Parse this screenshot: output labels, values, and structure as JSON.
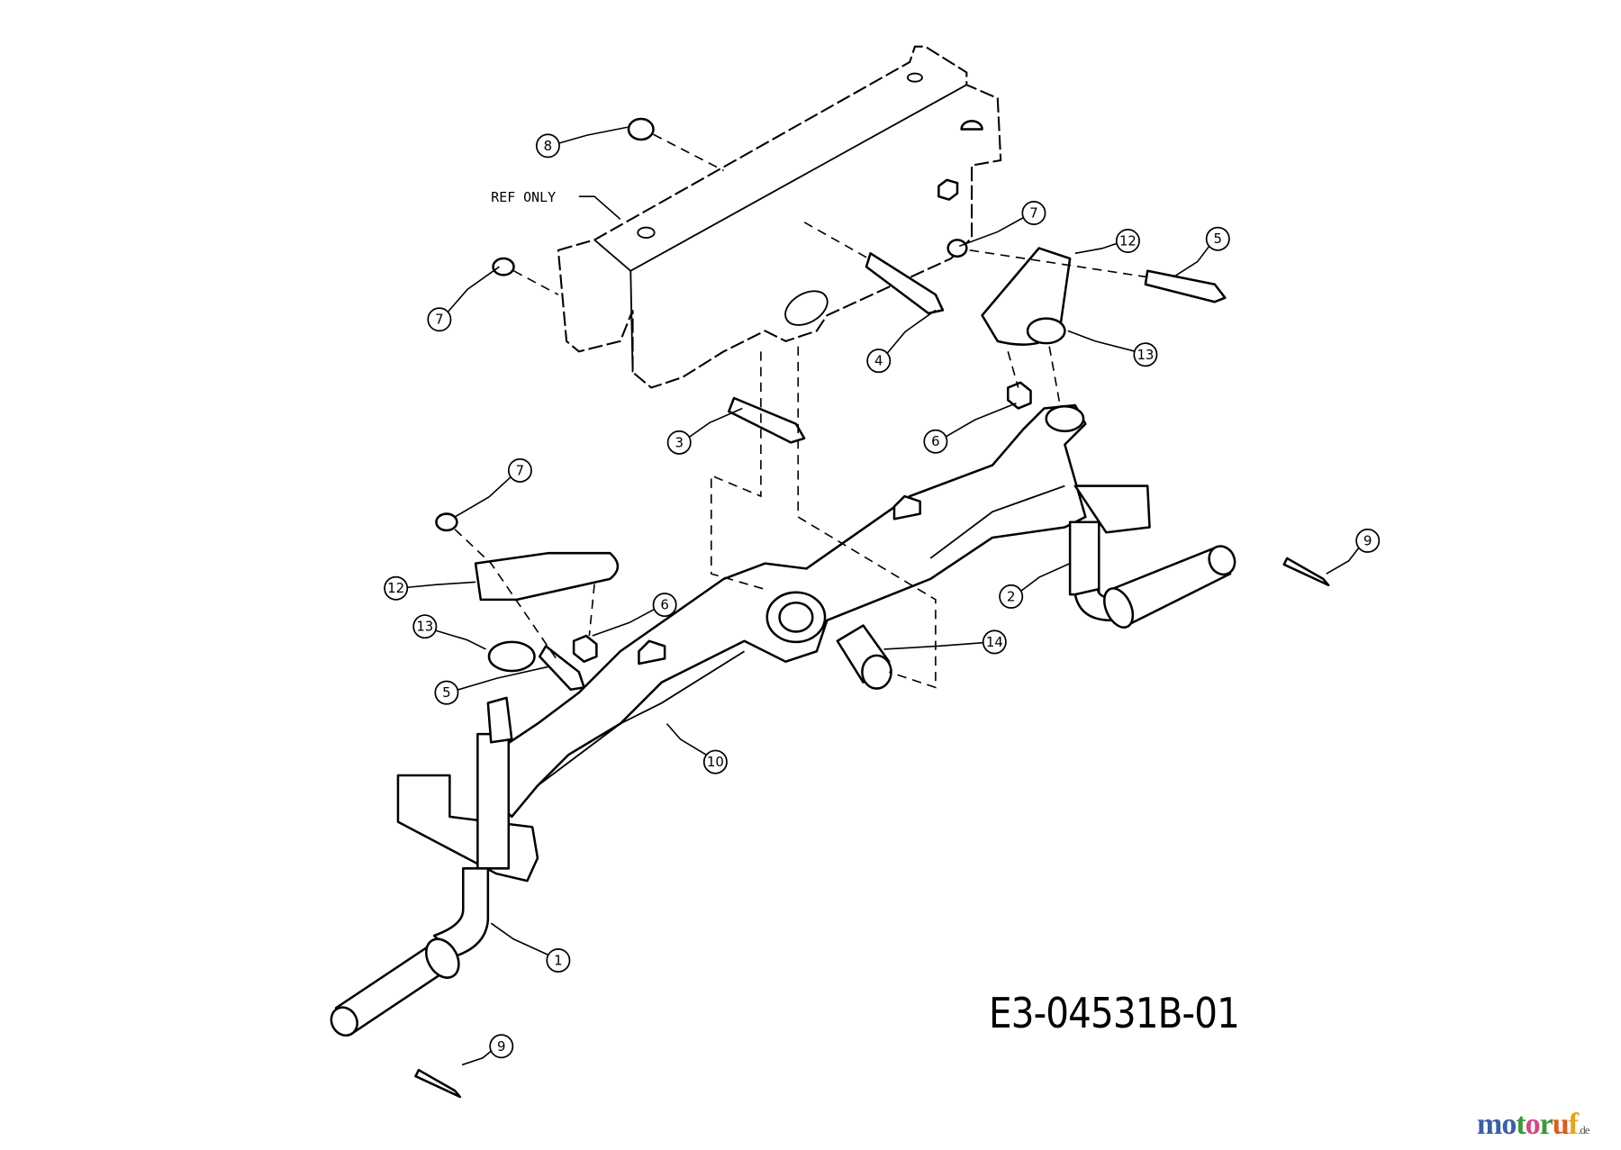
{
  "diagram": {
    "drawing_number": "E3-04531B-01",
    "ref_label": "REF ONLY",
    "callouts": [
      "8",
      "7",
      "7",
      "12",
      "5",
      "4",
      "13",
      "6",
      "3",
      "7",
      "9",
      "12",
      "6",
      "2",
      "13",
      "14",
      "5",
      "10",
      "1",
      "9"
    ],
    "logo": {
      "letters": [
        "m",
        "o",
        "t",
        "o",
        "r",
        "u",
        "f"
      ],
      "suffix": ".de",
      "colors": [
        "#3b5fa8",
        "#3b5fa8",
        "#3a9a3a",
        "#d9457f",
        "#3a9a3a",
        "#e05a1a",
        "#e8a317"
      ]
    }
  }
}
